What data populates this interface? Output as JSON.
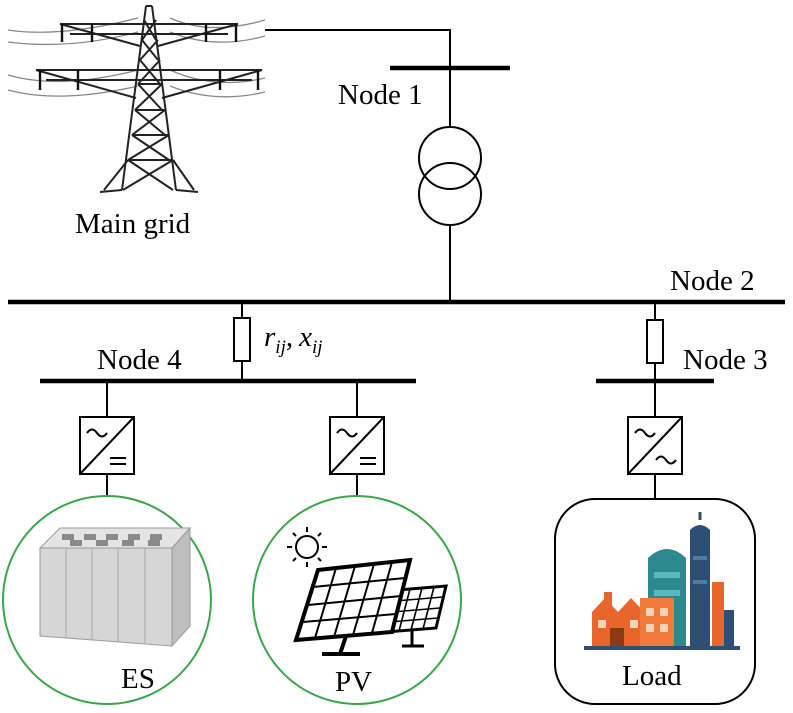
{
  "labels": {
    "main_grid": "Main grid",
    "node1": "Node 1",
    "node2": "Node 2",
    "node3": "Node 3",
    "node4": "Node 4",
    "line_r": "r",
    "line_x": "x",
    "line_sub": "ij",
    "line_sep": ",",
    "es": "ES",
    "pv": "PV",
    "load": "Load"
  },
  "colors": {
    "es_circle": "#3aa64a",
    "pv_circle": "#3aa64a",
    "load_box": "#000000",
    "factory_orange": "#e8652c",
    "factory_teal": "#2c8a8e",
    "factory_blue": "#2e4f73"
  },
  "icons": {
    "main_grid": "transmission-tower-icon",
    "transformer": "transformer-icon",
    "converter_dc": "ac-dc-converter-icon",
    "converter_ac": "ac-ac-converter-icon",
    "es": "battery-cabinet-icon",
    "pv": "solar-panel-icon",
    "load": "factory-icon"
  }
}
